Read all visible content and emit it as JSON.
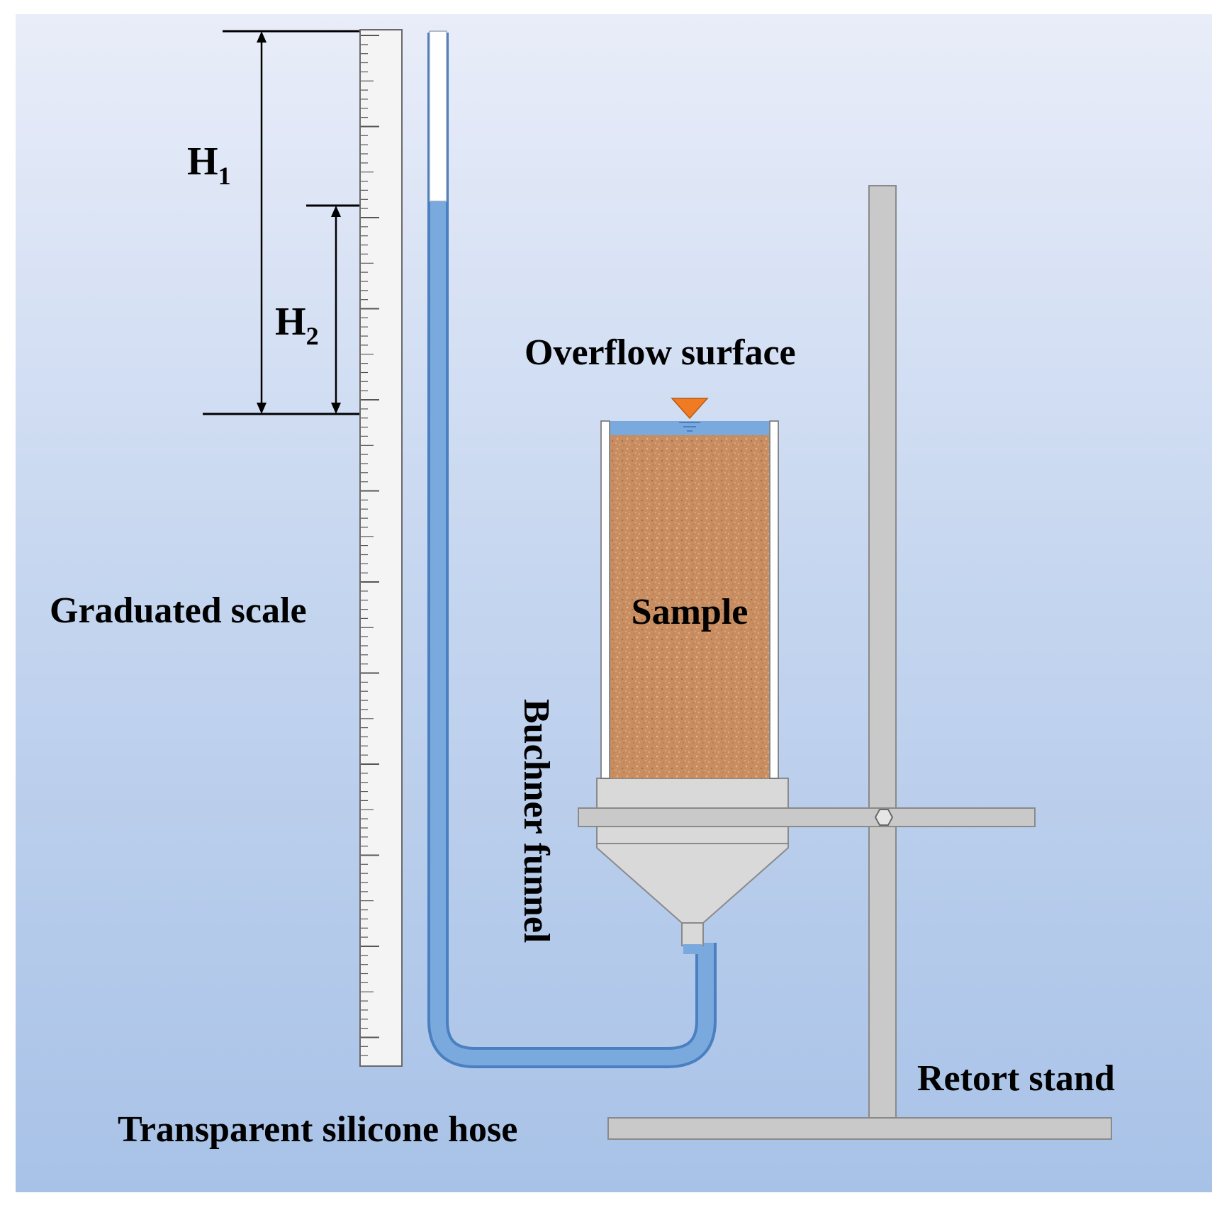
{
  "labels": {
    "h1_main": "H",
    "h1_sub": "1",
    "h2_main": "H",
    "h2_sub": "2",
    "overflow_surface": "Overflow surface",
    "graduated_scale": "Graduated scale",
    "sample": "Sample",
    "buchner_funnel": "Buchner funnel",
    "retort_stand": "Retort stand",
    "transparent_silicone_hose": "Transparent silicone hose"
  },
  "colors": {
    "background_top": "#e8ecf8",
    "background_bottom": "#a9c4e8",
    "water": "#6f9fd8",
    "water_outline": "#4a7fc0",
    "sample_fill": "#c98f62",
    "funnel_fill": "#d9d9d9",
    "stand_fill": "#c8c8c8",
    "marker": "#f07b22",
    "scale_fill": "#f4f4f4"
  }
}
